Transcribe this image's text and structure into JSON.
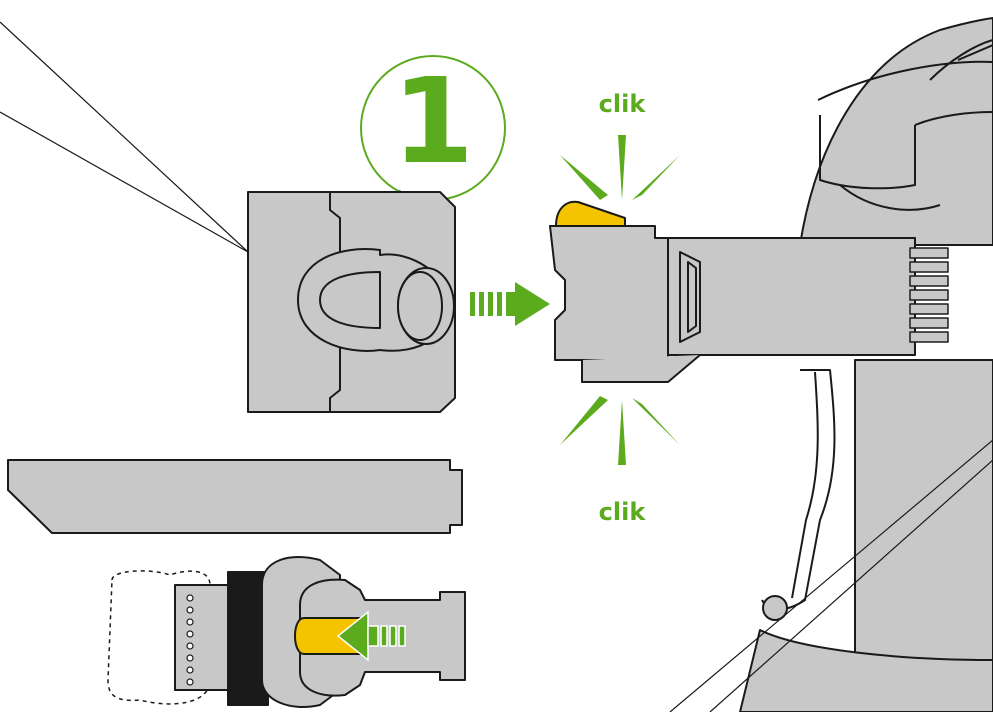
{
  "step": {
    "number": "1"
  },
  "sounds": {
    "top": "clik",
    "bottom": "clik"
  },
  "colors": {
    "accent_green": "#5cab1e",
    "body_grey": "#c8c8c8",
    "outline": "#1a1a1a",
    "button_yellow": "#f5c400",
    "bristle_black": "#1a1a1a",
    "background": "#ffffff"
  },
  "icons": {
    "insert_arrow": "dashed-arrow-right-icon",
    "release_arrow": "dashed-arrow-left-icon",
    "click_burst": "click-burst-icon"
  }
}
